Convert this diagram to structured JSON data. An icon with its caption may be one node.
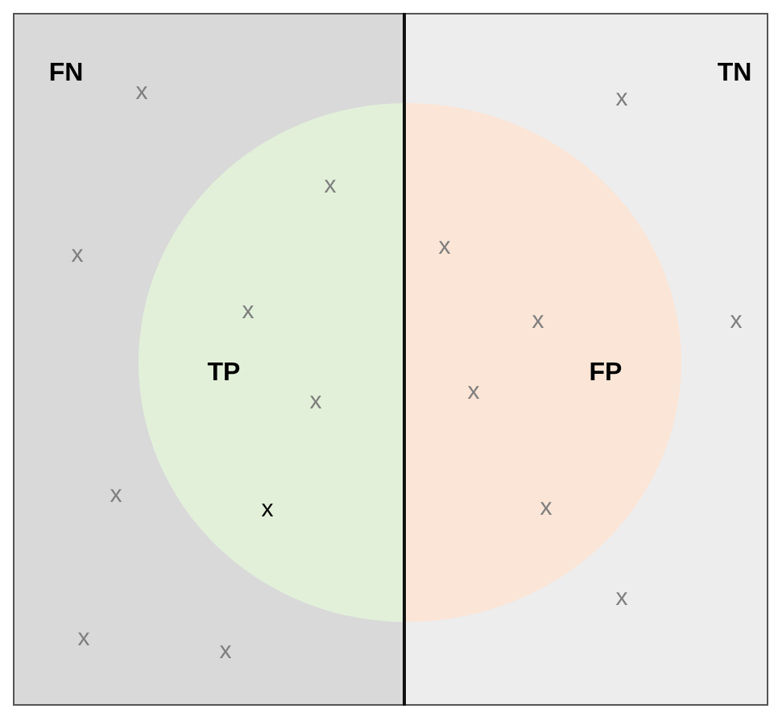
{
  "diagram": {
    "nodes": [
      {
        "text": [
          "FN"
        ]
      },
      {
        "text": [
          "TP"
        ],
        "in": 0
      },
      {
        "text": [
          "TN"
        ]
      },
      {
        "text": [
          "FP"
        ],
        "in": 2
      }
    ],
    "labels": [
      "x",
      "x",
      "x",
      "x",
      "x",
      "x",
      "x",
      "x",
      "x",
      "x",
      "x",
      "x",
      "x",
      "x",
      "x",
      "x"
    ]
  }
}
